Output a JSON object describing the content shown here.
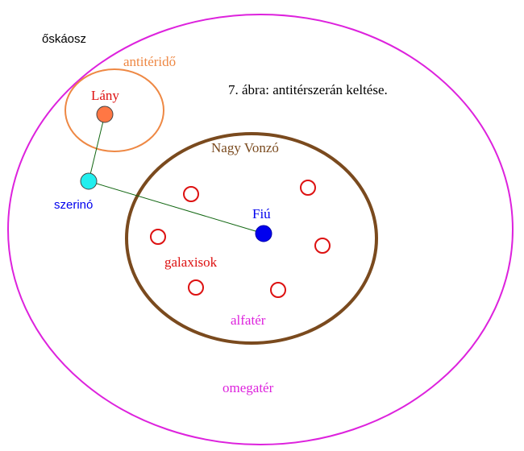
{
  "diagram": {
    "caption": "7. ábra: antitérszerán keltése.",
    "regions": {
      "oskaosz": "őskáosz",
      "omegater": "omegatér",
      "antiterido": "antitéridő",
      "nagy_vonzo": "Nagy Vonzó",
      "alfater": "alfatér"
    },
    "nodes": {
      "lany": "Lány",
      "szerino": "szerinó",
      "fiu": "Fiú"
    },
    "galaxies_label": "galaxisok",
    "colors": {
      "omegater": "#dd22dd",
      "antiterido": "#ee8844",
      "nagy_vonzo": "#7a4a1e",
      "galaxy": "#dd1111",
      "lany": "#ff7744",
      "szerino": "#22eeee",
      "fiu": "#0000ee",
      "link": "#116611",
      "caption": "#000000",
      "oskaosz": "#000000"
    }
  }
}
